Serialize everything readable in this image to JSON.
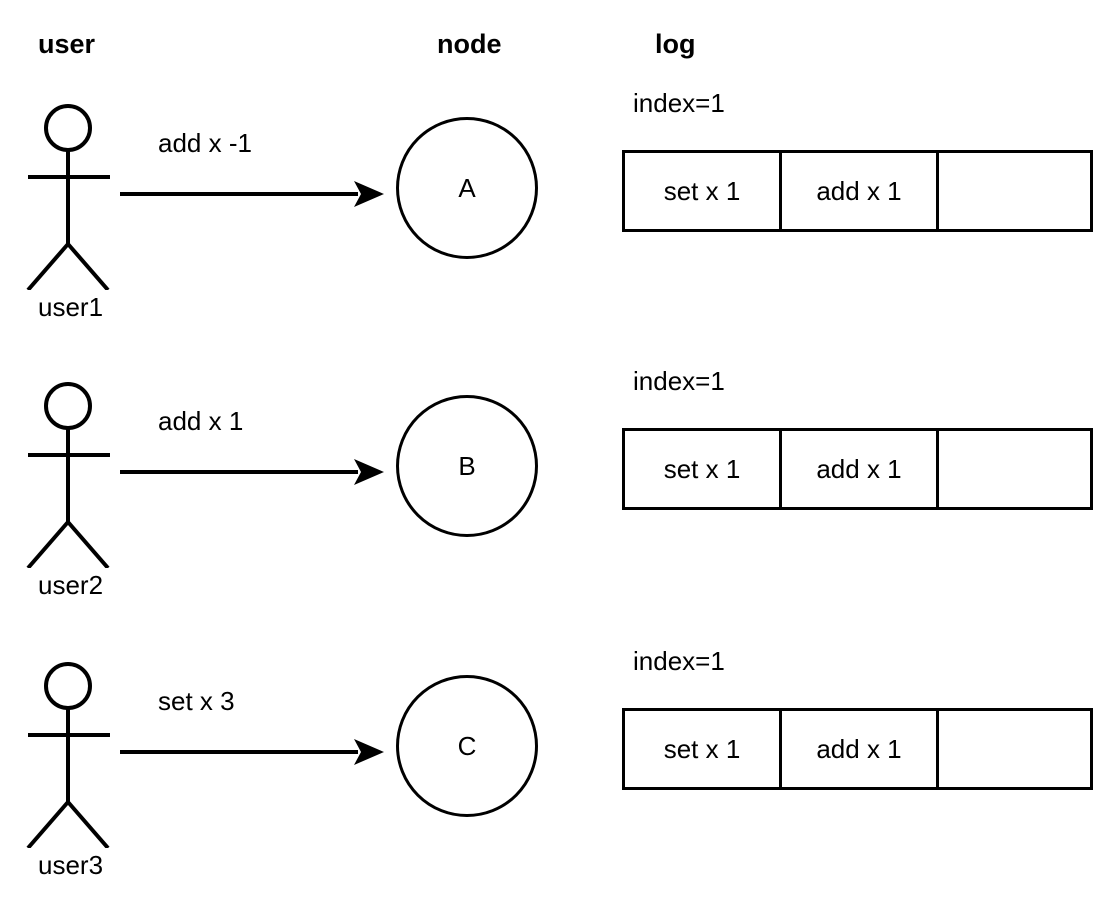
{
  "headers": {
    "user": "user",
    "node": "node",
    "log": "log"
  },
  "rows": [
    {
      "actor_label": "user1",
      "actor_icon": "stick-figure-icon",
      "arrow_label": "add x -1",
      "arrow_icon": "right-arrow-icon",
      "node_label": "A",
      "log_index": "index=1",
      "log_cells": [
        "set x 1",
        "add x 1",
        ""
      ]
    },
    {
      "actor_label": "user2",
      "actor_icon": "stick-figure-icon",
      "arrow_label": "add x 1",
      "arrow_icon": "right-arrow-icon",
      "node_label": "B",
      "log_index": "index=1",
      "log_cells": [
        "set x 1",
        "add x 1",
        ""
      ]
    },
    {
      "actor_label": "user3",
      "actor_icon": "stick-figure-icon",
      "arrow_label": "set x 3",
      "arrow_icon": "right-arrow-icon",
      "node_label": "C",
      "log_index": "index=1",
      "log_cells": [
        "set x 1",
        "add x 1",
        ""
      ]
    }
  ],
  "colors": {
    "stroke": "#000000",
    "background": "#ffffff",
    "text": "#000000"
  }
}
